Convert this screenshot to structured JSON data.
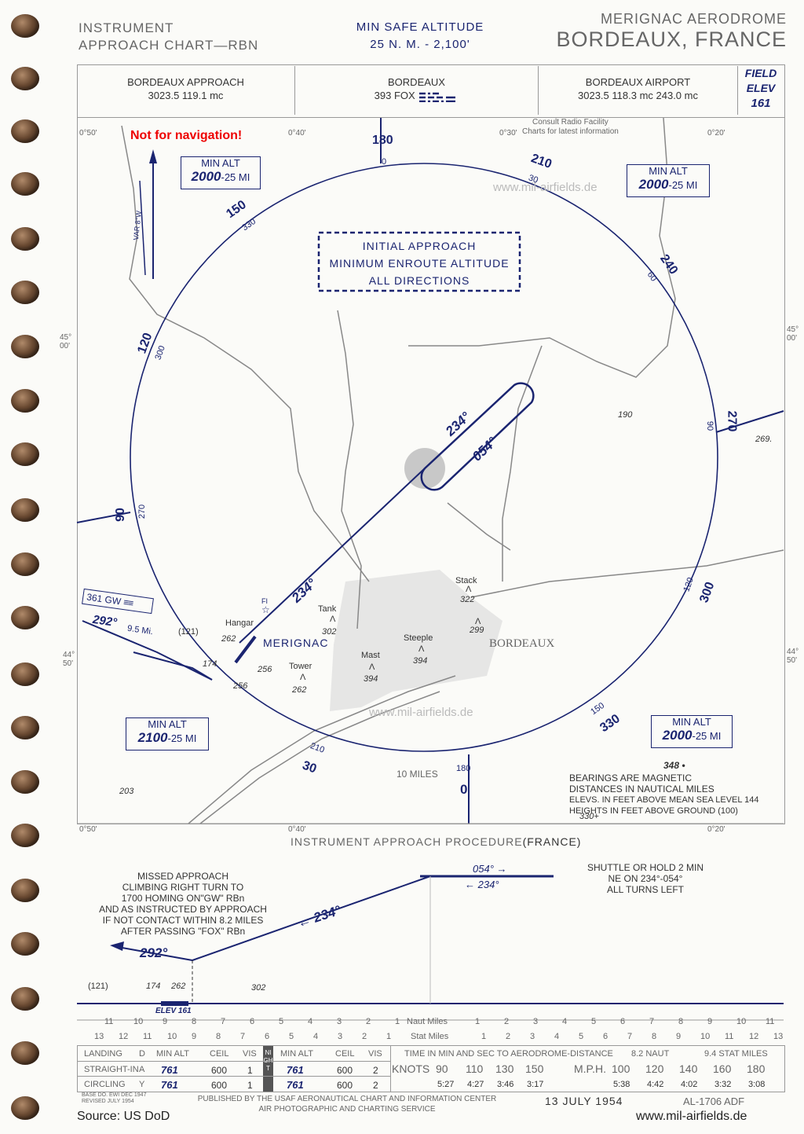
{
  "header": {
    "chart_type_line1": "INSTRUMENT",
    "chart_type_line2": "APPROACH CHART—RBN",
    "msa_line1": "MIN SAFE ALTITUDE",
    "msa_line2": "25 N. M. - 2,100'",
    "aerodrome": "MERIGNAC AERODROME",
    "city": "BORDEAUX, FRANCE"
  },
  "freq": {
    "approach_name": "BORDEAUX APPROACH",
    "approach_freq": "3023.5   119.1 mc",
    "rbn_name": "BORDEAUX",
    "rbn_freq": "393  FOX",
    "airport_name": "BORDEAUX AIRPORT",
    "airport_freq": "3023.5   118.3 mc   243.0 mc",
    "field_elev_label1": "FIELD",
    "field_elev_label2": "ELEV",
    "field_elev_value": "161"
  },
  "plan": {
    "warning": "Not for navigation!",
    "consult_line1": "Consult Radio Facility",
    "consult_line2": "Charts for latest information",
    "watermark": "www.mil-airfields.de",
    "var": "VAR 8°W",
    "coord_top_left": "0°50'",
    "coord_top_mid": "0°40'",
    "coord_top_r1": "0°30'",
    "coord_top_r2": "0°20'",
    "lat_45": "45°",
    "lat_45_00": "00'",
    "lat_44": "44°",
    "lat_44_50": "50'",
    "initial_approach": [
      "INITIAL APPROACH",
      "MINIMUM ENROUTE ALTITUDE",
      "ALL DIRECTIONS"
    ],
    "min_alt_label": "MIN ALT",
    "min_alt_tl": "2000",
    "min_alt_tr": "2000",
    "min_alt_bl": "2100",
    "min_alt_br": "2000",
    "min_alt_dist": "-25 MI",
    "ring_labels": {
      "r180": "180",
      "r0": "0",
      "r210": "210",
      "r30a": "30",
      "r240": "240",
      "r60": "60",
      "r270": "270",
      "r90a": "90",
      "r300": "300",
      "r120a": "120",
      "r330": "330",
      "r150a": "150",
      "r150": "150",
      "r330b": "330",
      "r120": "120",
      "r300b": "300",
      "r90": "90",
      "r270b": "270",
      "b180": "180",
      "b0": "0",
      "b210": "210",
      "b30": "30",
      "b150": "150",
      "b330": "330"
    },
    "ten_miles": "10 MILES",
    "track_234": "234°",
    "track_054": "054°",
    "gw_ident": "361 GW",
    "gw_bearing": "292°",
    "gw_dist": "9.5 Mi.",
    "merignac": "MERIGNAC",
    "bordeaux_city": "BORDEAUX",
    "fi": "FI",
    "hangar": "Hangar",
    "tank": "Tank",
    "mast": "Mast",
    "tower": "Tower",
    "steeple": "Steeple",
    "stack": "Stack",
    "e121": "(121)",
    "e262a": "262",
    "e174": "174",
    "e256a": "256",
    "e256b": "256",
    "e302": "302",
    "e394a": "394",
    "e394b": "394",
    "e262b": "262",
    "e322": "322",
    "e299": "299",
    "e190": "190",
    "e269": "269.",
    "e203": "203",
    "e348": "348 •",
    "e330": "330+",
    "legend": [
      "BEARINGS ARE MAGNETIC",
      "DISTANCES IN NAUTICAL MILES",
      "ELEVS. IN FEET ABOVE MEAN SEA LEVEL 144",
      "HEIGHTS IN FEET ABOVE GROUND (100)"
    ]
  },
  "profile": {
    "title": "INSTRUMENT  APPROACH  PROCEDURE",
    "country": "(FRANCE)",
    "missed": [
      "MISSED APPROACH",
      "CLIMBING RIGHT TURN TO",
      "1700 HOMING ON\"GW\" RBn",
      "AND AS INSTRUCTED BY APPROACH",
      "IF NOT CONTACT WITHIN 8.2 MILES",
      "AFTER PASSING \"FOX\" RBn"
    ],
    "shuttle": [
      "SHUTTLE OR HOLD 2 MIN",
      "NE ON 234°-054°",
      "ALL TURNS LEFT"
    ],
    "t054": "054°",
    "t234a": "234°",
    "t234b": "234°",
    "t292": "292°",
    "o121": "(121)",
    "o174": "174",
    "o262": "262",
    "o302": "302",
    "elev": "ELEV 161",
    "naut_miles": "Naut Miles",
    "stat_miles": "Stat Miles",
    "scale_top": [
      "11",
      "10",
      "9",
      "8",
      "7",
      "6",
      "5",
      "4",
      "3",
      "2",
      "1",
      "1",
      "2",
      "3",
      "4",
      "5",
      "6",
      "7",
      "8",
      "9",
      "10",
      "11"
    ],
    "scale_bot": [
      "13",
      "12",
      "11",
      "10",
      "9",
      "8",
      "7",
      "6",
      "5",
      "4",
      "3",
      "2",
      "1",
      "1",
      "2",
      "3",
      "4",
      "5",
      "6",
      "7",
      "8",
      "9",
      "10",
      "11",
      "12",
      "13"
    ]
  },
  "minima": {
    "col_landing": "LANDING",
    "col_d": "D",
    "col_minalt": "MIN ALT",
    "col_ceil": "CEIL",
    "col_vis": "VIS",
    "night": "NIGHT",
    "rows": [
      {
        "type": "STRAIGHT-IN",
        "code": "A",
        "alt": "761",
        "ceil": "600",
        "vis": "1",
        "n_alt": "761",
        "n_ceil": "600",
        "n_vis": "2"
      },
      {
        "type": "CIRCLING",
        "code": "Y",
        "alt": "761",
        "ceil": "600",
        "vis": "1",
        "n_alt": "761",
        "n_ceil": "600",
        "n_vis": "2"
      }
    ],
    "time_header": "TIME IN MIN AND SEC TO AERODROME-DISTANCE",
    "naut_dist": "8.2  NAUT",
    "stat_dist": "9.4  STAT MILES",
    "knots": "KNOTS",
    "mph": "M.P.H.",
    "knots_vals": [
      "90",
      "110",
      "130",
      "150"
    ],
    "knots_times": [
      "5:27",
      "4:27",
      "3:46",
      "3:17"
    ],
    "mph_vals": [
      "100",
      "120",
      "140",
      "160",
      "180"
    ],
    "mph_times": [
      "5:38",
      "4:42",
      "4:02",
      "3:32",
      "3:08"
    ]
  },
  "footer": {
    "base": "BASE DO. EWI DEC 1947",
    "revised": "REVISED JULY 1954",
    "published1": "PUBLISHED BY THE USAF AERONAUTICAL CHART AND INFORMATION CENTER",
    "published2": "AIR PHOTOGRAPHIC AND CHARTING SERVICE",
    "date": "13 JULY 1954",
    "chart_id": "AL-1706 ADF",
    "source": "Source: US DoD",
    "site": "www.mil-airfields.de"
  }
}
